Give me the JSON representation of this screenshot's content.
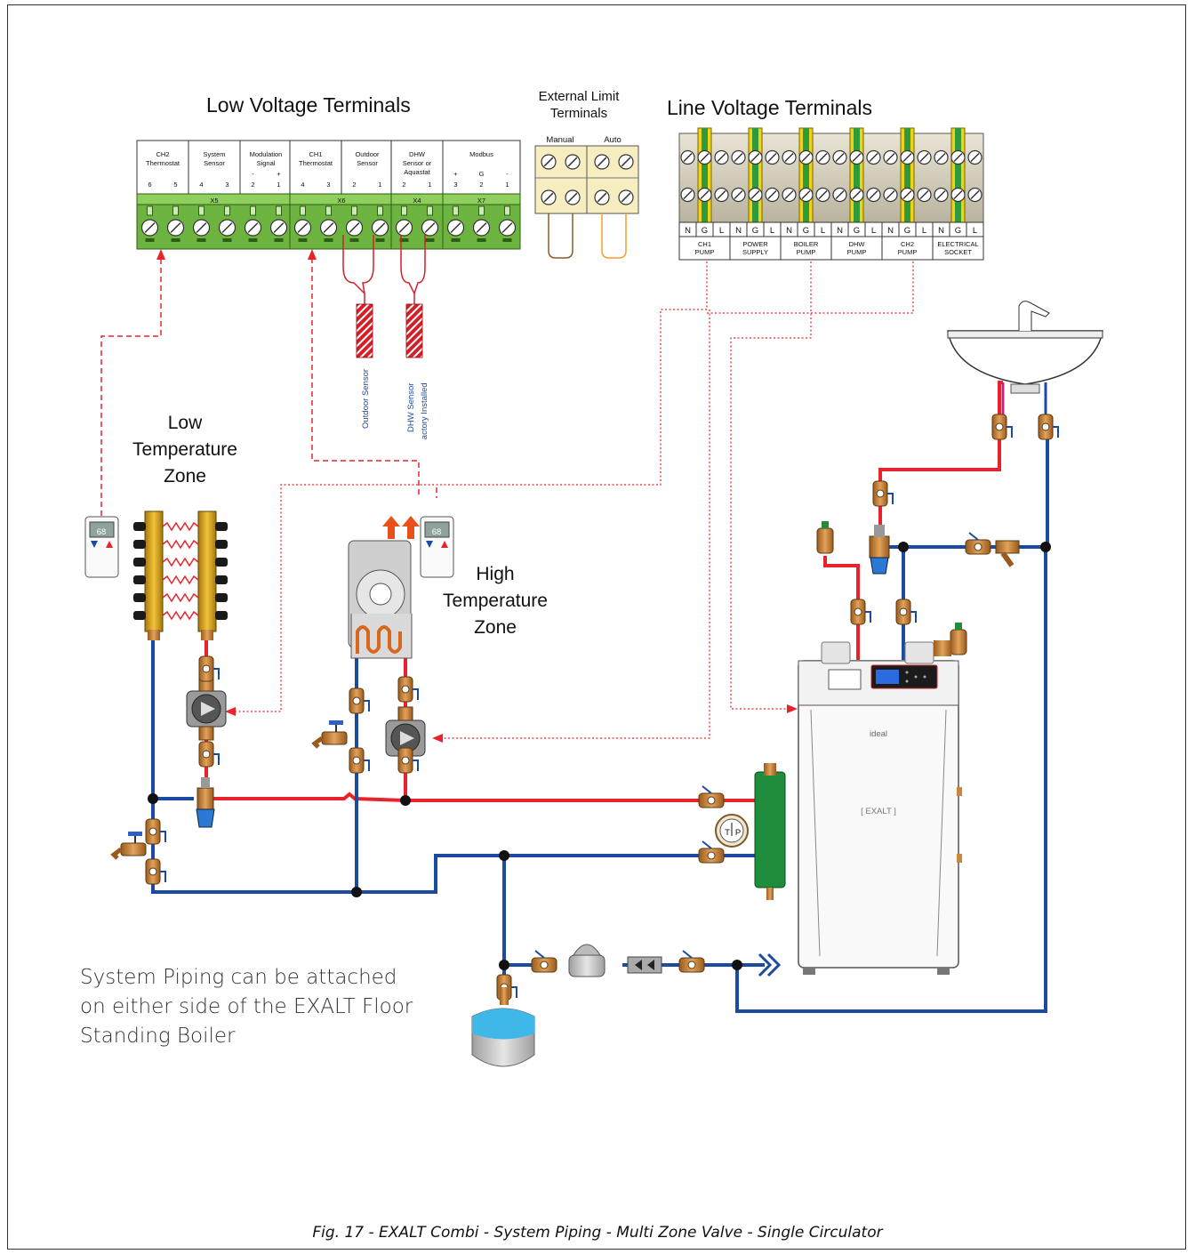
{
  "titles": {
    "low_voltage": "Low Voltage Terminals",
    "external_limit_1": "External Limit",
    "external_limit_2": "Terminals",
    "line_voltage": "Line Voltage Terminals"
  },
  "low_voltage_blocks": [
    {
      "name": "X5",
      "groups": [
        {
          "label": [
            "CH2",
            "Thermostat"
          ],
          "pins": [
            "6",
            "5"
          ]
        },
        {
          "label": [
            "System",
            "Sensor"
          ],
          "pins": [
            "4",
            "3"
          ]
        },
        {
          "label": [
            "Modulation",
            "Signal"
          ],
          "pins": [
            "2",
            "1"
          ],
          "polarity": [
            "-",
            "+"
          ]
        }
      ]
    },
    {
      "name": "X6",
      "groups": [
        {
          "label": [
            "CH1",
            "Thermostat"
          ],
          "pins": [
            "4",
            "3"
          ]
        },
        {
          "label": [
            "Outdoor",
            "Sensor"
          ],
          "pins": [
            "2",
            "1"
          ]
        }
      ]
    },
    {
      "name": "X4",
      "groups": [
        {
          "label": [
            "DHW",
            "Sensor or",
            "Aquastat"
          ],
          "pins": [
            "2",
            "1"
          ]
        }
      ]
    },
    {
      "name": "X7",
      "groups": [
        {
          "label": [
            "Modbus"
          ],
          "pins": [
            "3",
            "2",
            "1"
          ],
          "polarity": [
            "+",
            "G",
            "-"
          ]
        }
      ]
    }
  ],
  "external_limit": {
    "manual": "Manual",
    "auto": "Auto"
  },
  "line_voltage": {
    "pin_letters": [
      "N",
      "G",
      "L"
    ],
    "groups": [
      [
        "CH1",
        "PUMP"
      ],
      [
        "POWER",
        "SUPPLY"
      ],
      [
        "BOILER",
        "PUMP"
      ],
      [
        "DHW",
        "PUMP"
      ],
      [
        "CH2",
        "PUMP"
      ],
      [
        "ELECTRICAL",
        "SOCKET"
      ]
    ]
  },
  "sensors": {
    "outdoor": "Outdoor Sensor",
    "dhw_1": "DHW Sensor",
    "dhw_2": "Factory Installed"
  },
  "zones": {
    "low": [
      "Low",
      "Temperature",
      "Zone"
    ],
    "high": [
      "High",
      "Temperature",
      "Zone"
    ]
  },
  "thermostat_reading": "68",
  "boiler": {
    "brand": "ideal",
    "model": "[ EXALT ]"
  },
  "gauge": {
    "left": "T",
    "right": "P"
  },
  "note": [
    "System Piping can be attached",
    "on either side of the EXALT Floor",
    "Standing Boiler"
  ],
  "caption": "Fig. 17  - EXALT Combi - System Piping - Multi Zone Valve - Single Circulator",
  "colors": {
    "supply": "#e8232b",
    "return": "#1c4aa0",
    "brass": "#c8873a",
    "terminal_green": "#6cb33f",
    "dashed_red": "#e8232b",
    "tank_water": "#3fb7e8"
  }
}
